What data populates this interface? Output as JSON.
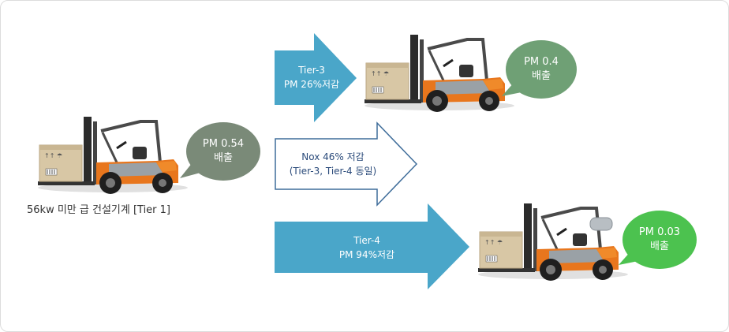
{
  "base": {
    "caption": "56kw 미만 급 건설기계 [Tier 1]",
    "bubble_value": "PM 0.54",
    "bubble_unit": "배출",
    "bubble_color": "#7a8a78"
  },
  "tier3_arrow": {
    "line1": "Tier-3",
    "line2": "PM 26%저감",
    "color": "#4aa6c9"
  },
  "nox_arrow": {
    "line1": "Nox 46% 저감",
    "line2": "(Tier-3, Tier-4 동일)",
    "outline_color": "#3f6d9a"
  },
  "tier4_arrow": {
    "line1": "Tier-4",
    "line2": "PM 94%저감",
    "color": "#4aa6c9"
  },
  "tier3_result": {
    "bubble_value": "PM 0.4",
    "bubble_unit": "배출",
    "bubble_color": "#6fa075"
  },
  "tier4_result": {
    "bubble_value": "PM 0.03",
    "bubble_unit": "배출",
    "bubble_color": "#4cc24f"
  },
  "icons": {
    "forklift": "forklift-icon",
    "box": "cargo-box-icon",
    "gas_tank": "gas-tank-icon"
  }
}
